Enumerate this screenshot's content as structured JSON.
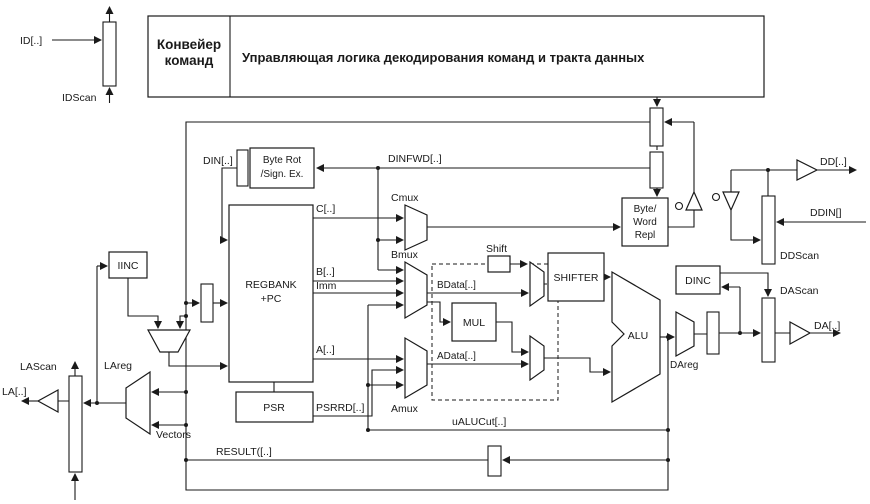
{
  "header": {
    "pipeline_l1": "Конвейер",
    "pipeline_l2": "команд",
    "control": "Управляющая логика декодирования команд и тракта данных"
  },
  "labels": {
    "id": "ID[..]",
    "idscan": "IDScan",
    "din": "DIN[..]",
    "byterot_l1": "Byte Rot",
    "byterot_l2": "/Sign. Ex.",
    "dinfwd": "DINFWD[..]",
    "c": "C[..]",
    "cmux": "Cmux",
    "b": "B[..]",
    "imm": "Imm",
    "a": "A[..]",
    "regbank_l1": "REGBANK",
    "regbank_l2": "+PC",
    "psr": "PSR",
    "psrrd": "PSRRD[..]",
    "iinc": "IINC",
    "lascan": "LAScan",
    "lareg": "LAreg",
    "la": "LA[..]",
    "vectors": "Vectors",
    "bmux": "Bmux",
    "bdata": "BData[..]",
    "amux": "Amux",
    "adata": "AData[..]",
    "mul": "MUL",
    "shift": "Shift",
    "shifter": "SHIFTER",
    "alu": "ALU",
    "ualucut": "uALUCut[..]",
    "result": "RESULT([..]",
    "dinc": "DINC",
    "dareg": "DAreg",
    "dascan": "DAScan",
    "da": "DA[..]",
    "dd": "DD[..]",
    "ddin": "DDIN[]",
    "ddscan": "DDScan",
    "byteword_l1": "Byte/",
    "byteword_l2": "Word",
    "byteword_l3": "Repl"
  },
  "colors": {
    "ink": "#1a1a1a",
    "background": "#ffffff"
  }
}
